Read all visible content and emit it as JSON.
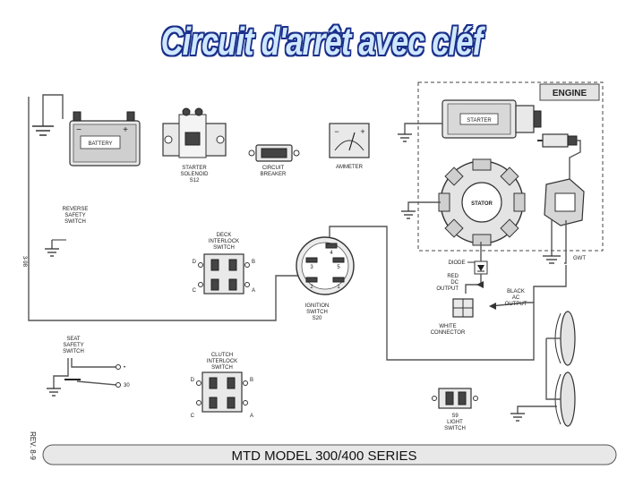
{
  "title": "Circuit d'arrêt avec cléf",
  "footer": {
    "model": "MTD MODEL 300/400 SERIES",
    "rev": "REV. 8-9",
    "page": "3-98"
  },
  "engine": {
    "label": "ENGINE",
    "starter": "STARTER",
    "stator": "STATOR"
  },
  "components": {
    "battery": "BATTERY",
    "solenoid": [
      "STARTER",
      "SOLENOID",
      "S12"
    ],
    "breaker": [
      "CIRCUIT",
      "BREAKER"
    ],
    "ammeter": "AMMETER",
    "reverse": [
      "REVERSE",
      "SAFETY",
      "SWITCH"
    ],
    "deck": [
      "DECK",
      "INTERLOCK",
      "SWITCH"
    ],
    "ignition": [
      "IGNITION",
      "SWITCH",
      "S20"
    ],
    "seat": [
      "SEAT",
      "SAFETY",
      "SWITCH"
    ],
    "clutch": [
      "CLUTCH",
      "INTERLOCK",
      "SWITCH"
    ],
    "light": [
      "S9",
      "LIGHT",
      "SWITCH"
    ],
    "diode": "DIODE",
    "red_dc": [
      "RED",
      "DC",
      "OUTPUT"
    ],
    "black_ac": [
      "BLACK",
      "AC",
      "OUTPUT"
    ],
    "white_conn": [
      "WHITE",
      "CONNECTOR"
    ],
    "gwt": "GWT"
  },
  "terminals": {
    "deck": [
      "D",
      "B",
      "C",
      "A"
    ],
    "clutch": [
      "D",
      "B",
      "C",
      "A"
    ],
    "ignition": [
      "4",
      "3",
      "5",
      "2",
      "1"
    ],
    "battery_plus": "+",
    "battery_minus": "−",
    "seat_pins": [
      "•",
      "30"
    ],
    "ammeter_minus": "−",
    "ammeter_plus": "+"
  }
}
